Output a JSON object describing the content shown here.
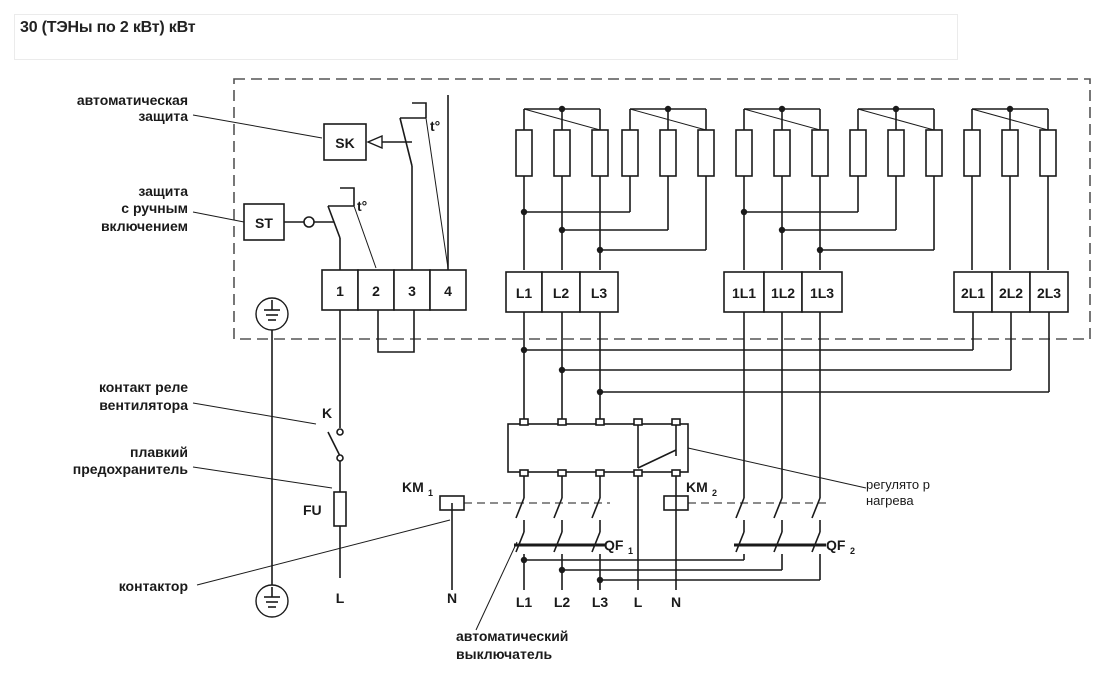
{
  "title": "30 (ТЭНы по 2 кВт) кВт",
  "labels": {
    "auto_protection": [
      "автоматическая",
      "защита"
    ],
    "manual_protection": [
      "защита",
      "с ручным",
      "включением"
    ],
    "fan_relay": [
      "контакт реле",
      "вентилятора"
    ],
    "fuse": [
      "плавкий",
      "предохранитель"
    ],
    "contactor": "контактор",
    "breaker": [
      "автоматический",
      "выключатель"
    ],
    "heat_regulator": [
      "регулято р",
      "нагрева"
    ]
  },
  "components": {
    "sk": "SK",
    "st": "ST",
    "temp1": "t°",
    "temp2": "t°",
    "k": "K",
    "fu": "FU",
    "km1": "KM",
    "km1_sub": "1",
    "km2": "KM",
    "km2_sub": "2",
    "qf1": "QF",
    "qf1_sub": "1",
    "qf2": "QF",
    "qf2_sub": "2"
  },
  "terminal_block_left": [
    "1",
    "2",
    "3",
    "4"
  ],
  "terminal_block_main": [
    "L1",
    "L2",
    "L3"
  ],
  "terminal_block_1": [
    "1L1",
    "1L2",
    "1L3"
  ],
  "terminal_block_2": [
    "2L1",
    "2L2",
    "2L3"
  ],
  "bottom_terminals": [
    "L",
    "N",
    "L1",
    "L2",
    "L3",
    "L",
    "N"
  ]
}
